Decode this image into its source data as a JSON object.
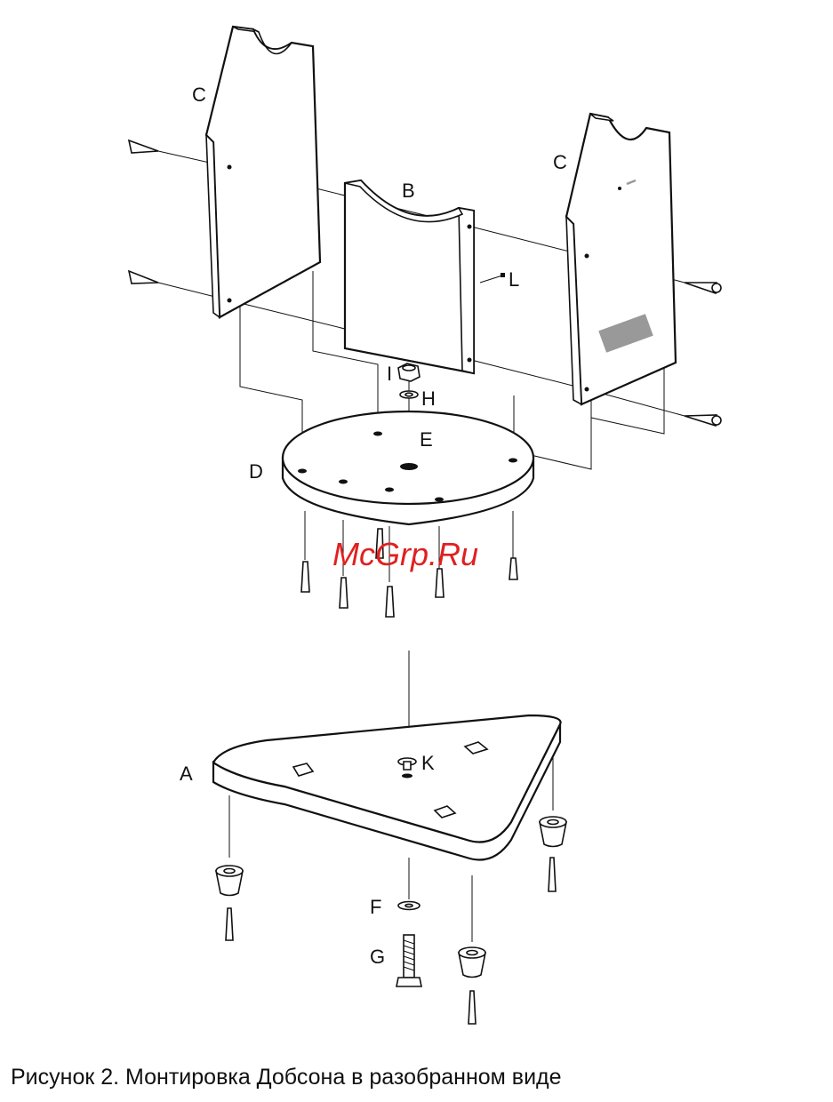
{
  "labels": {
    "a": "A",
    "b": "B",
    "c_left": "C",
    "c_right": "C",
    "d": "D",
    "e": "E",
    "f": "F",
    "g": "G",
    "h": "H",
    "i": "I",
    "k": "K",
    "l": "L"
  },
  "watermark": "McGrp.Ru",
  "caption": "Рисунок 2. Монтировка Добсона в разобранном виде",
  "colors": {
    "ink": "#111111",
    "watermark": "#e02020",
    "label_plate": "#999999"
  }
}
